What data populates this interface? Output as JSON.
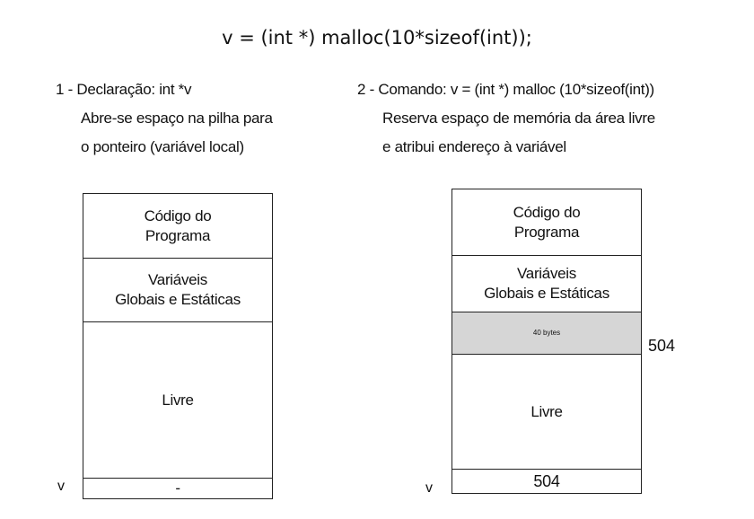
{
  "title": "v = (int *) malloc(10*sizeof(int));",
  "step1": {
    "line1": "1 - Declaração: int *v",
    "line2": "Abre-se espaço na pilha para",
    "line3": "o ponteiro (variável local)"
  },
  "step2": {
    "line1": "2 - Comando: v = (int *) malloc (10*sizeof(int))",
    "line2": "Reserva espaço de memória da área livre",
    "line3": "e atribui endereço à variável"
  },
  "memory1": {
    "code": [
      "Código do",
      "Programa"
    ],
    "globals": [
      "Variáveis",
      "Globais e Estáticas"
    ],
    "free": "Livre",
    "pointer_label": "v",
    "pointer_value": "-"
  },
  "memory2": {
    "code": [
      "Código do",
      "Programa"
    ],
    "globals": [
      "Variáveis",
      "Globais e Estáticas"
    ],
    "allocated": "40 bytes",
    "allocated_address": "504",
    "free": "Livre",
    "pointer_label": "v",
    "pointer_value": "504"
  },
  "colors": {
    "allocated_fill": "#d6d6d6",
    "border": "#222222"
  }
}
